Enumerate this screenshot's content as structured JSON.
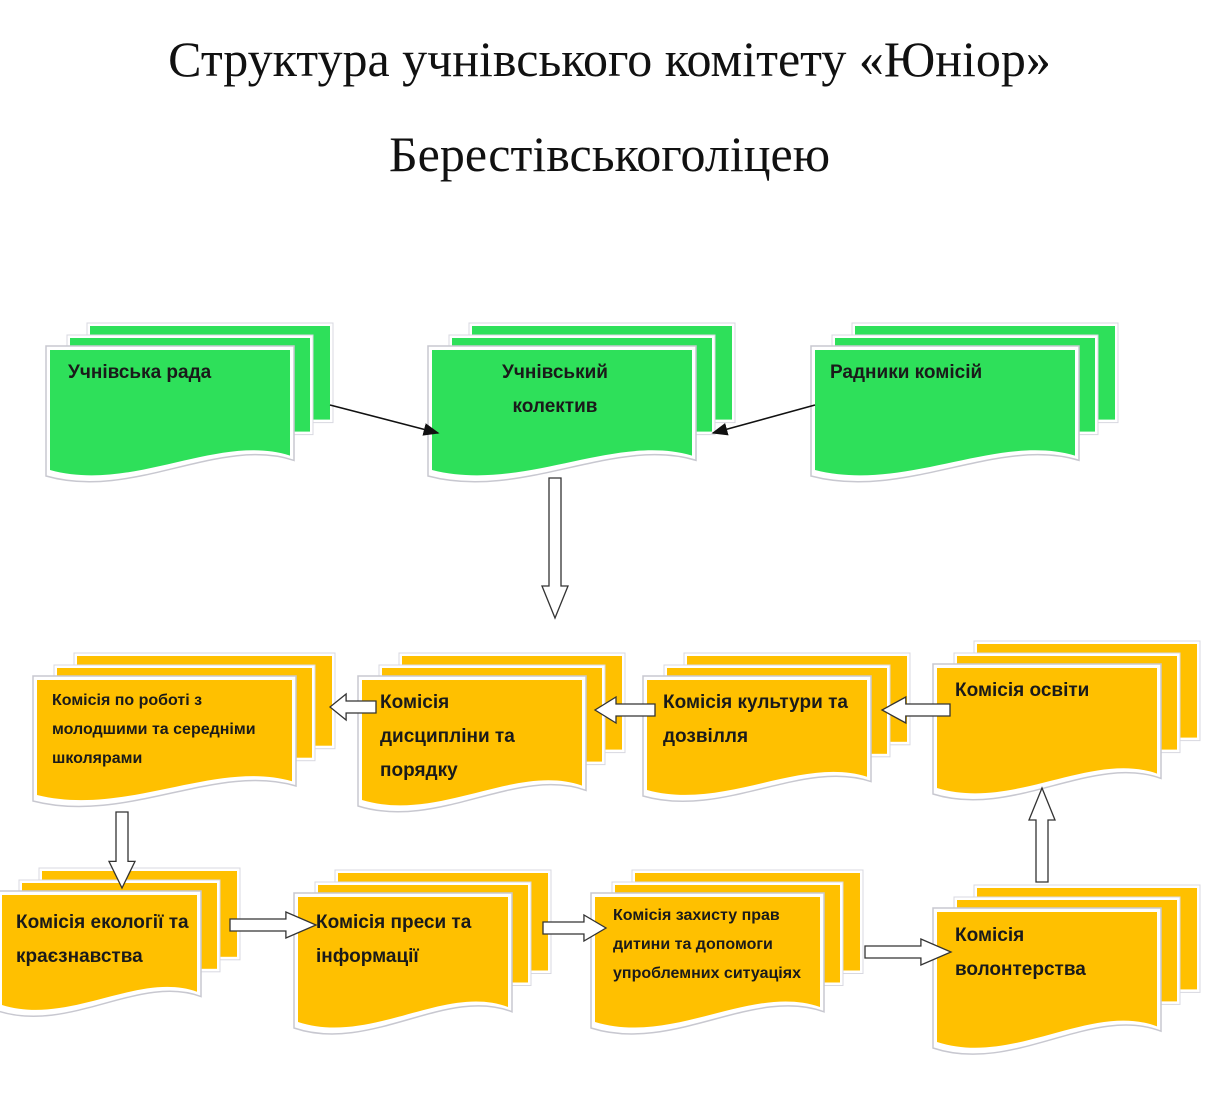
{
  "title": {
    "line1": "Структура учнівського комітету «Юніор»",
    "line2": "Берестівськоголіцею"
  },
  "colors": {
    "top_level": "#2EE05A",
    "commission": "#FFC000"
  },
  "nodes": [
    {
      "id": "council",
      "label": "Учнівська рада",
      "color": "green"
    },
    {
      "id": "collective",
      "label": "Учнівський колектив",
      "color": "green"
    },
    {
      "id": "advisors",
      "label": "Радники комісій",
      "color": "green"
    },
    {
      "id": "juniors",
      "label": "Комісія по роботі з молодшими та середніми школярами",
      "color": "yellow"
    },
    {
      "id": "discipline",
      "label": "Комісія дисципліни та порядку",
      "color": "yellow"
    },
    {
      "id": "culture",
      "label": "Комісія культури та дозвілля",
      "color": "yellow"
    },
    {
      "id": "education",
      "label": "Комісія освіти",
      "color": "yellow"
    },
    {
      "id": "ecology",
      "label": "Комісія екології та краєзнавства",
      "color": "yellow"
    },
    {
      "id": "press",
      "label": "Комісія преси та інформації",
      "color": "yellow"
    },
    {
      "id": "rights",
      "label": "Комісія захисту прав дитини та допомоги упроблемних ситуаціях",
      "color": "yellow"
    },
    {
      "id": "volunteer",
      "label": "Комісія волонтерства",
      "color": "yellow"
    }
  ],
  "edges": [
    {
      "from": "council",
      "to": "collective"
    },
    {
      "from": "advisors",
      "to": "collective"
    },
    {
      "from": "collective",
      "to": "discipline"
    },
    {
      "from": "discipline",
      "to": "juniors"
    },
    {
      "from": "culture",
      "to": "discipline"
    },
    {
      "from": "education",
      "to": "culture"
    },
    {
      "from": "juniors",
      "to": "ecology"
    },
    {
      "from": "ecology",
      "to": "press"
    },
    {
      "from": "press",
      "to": "rights"
    },
    {
      "from": "rights",
      "to": "volunteer"
    },
    {
      "from": "volunteer",
      "to": "education"
    }
  ]
}
